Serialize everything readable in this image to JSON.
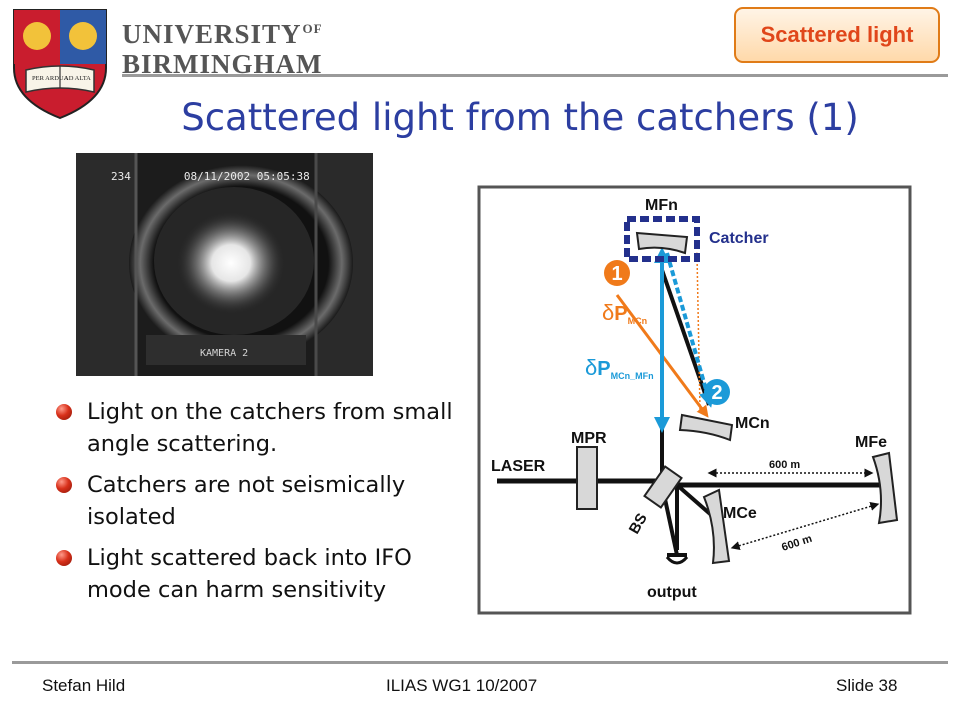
{
  "header": {
    "university_line1": "UNIVERSITY",
    "university_of": "OF",
    "university_line2": "BIRMINGHAM",
    "crest_book_left": "PER ARDUA",
    "crest_book_right": "AD ALTA"
  },
  "topic_tag": "Scattered light",
  "title": "Scattered light from the catchers (1)",
  "photo": {
    "stamp_id": "234",
    "stamp_datetime": "08/11/2002  05:05:38",
    "camera_label": "KAMERA 2"
  },
  "bullets": [
    "Light on the catchers from small angle scattering.",
    "Catchers are not seismically isolated",
    "Light scattered back into IFO mode can harm sensitivity"
  ],
  "diagram": {
    "labels": {
      "mfn": "MFn",
      "catcher": "Catcher",
      "mcn": "MCn",
      "mpr": "MPR",
      "laser": "LASER",
      "bs": "BS",
      "output": "output",
      "mfe": "MFe",
      "mce": "MCe",
      "distance_top": "600 m",
      "distance_diag": "600 m",
      "marker_1": "1",
      "marker_2": "2"
    },
    "delta_mcn": {
      "delta": "δ",
      "p": "P",
      "sub": "MCn"
    },
    "delta_mcn_mfn": {
      "delta": "δ",
      "p": "P",
      "sub": "MCn_MFn"
    },
    "colors": {
      "orange": "#f07a1a",
      "blue": "#1b9ad8",
      "catcher_blue": "#23308c",
      "mirror": "#d8d8d8"
    }
  },
  "footer": {
    "author": "Stefan Hild",
    "event": "ILIAS WG1 10/2007",
    "slide": "Slide 38"
  }
}
